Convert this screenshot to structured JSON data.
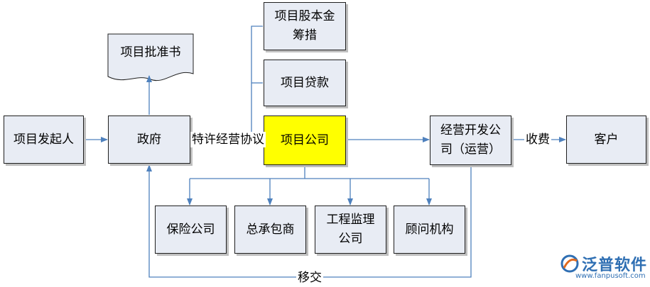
{
  "nodes": {
    "initiator": "项目发起人",
    "government": "政府",
    "approval_doc": "项目批准书",
    "equity_line1": "项目股本金",
    "equity_line2": "筹措",
    "loan": "项目贷款",
    "project_company": "项目公司",
    "operator_line1": "经营开发公",
    "operator_line2": "司（运营）",
    "customer": "客户",
    "insurance": "保险公司",
    "contractor": "总承包商",
    "supervision_line1": "工程监理",
    "supervision_line2": "公司",
    "consultant": "顾问机构"
  },
  "edges": {
    "franchise_agreement": "特许经营协议",
    "fee": "收费",
    "transfer": "移交"
  },
  "colors": {
    "box_fill": "#e8ecf4",
    "highlight_fill": "#ffff00",
    "arrow": "#4f81bd"
  },
  "logo": {
    "name": "泛普软件",
    "url": "www.fanpusoft.com"
  }
}
